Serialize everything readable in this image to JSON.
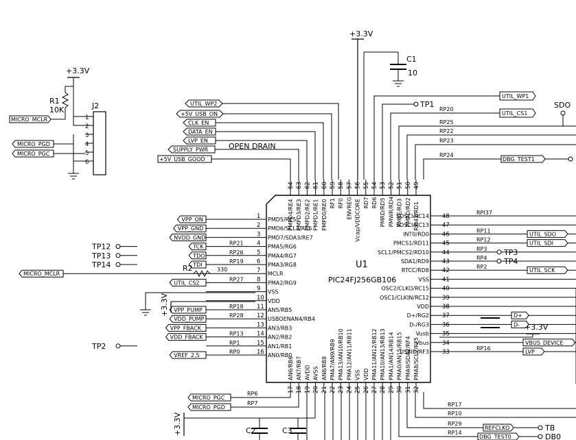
{
  "power": {
    "vcc_top": "+3.3V",
    "vcc_j2": "+3.3V",
    "vcc_left": "+3.3V",
    "vcc_bottom": "+3.3V",
    "vcc_right": "+3.3V"
  },
  "caps": {
    "c1_ref": "C1",
    "c1_val": "10",
    "c2_ref": "C2",
    "c3_ref": "C3"
  },
  "r1": {
    "ref": "R1",
    "val": "10K"
  },
  "r2": {
    "ref": "R2",
    "val": "330"
  },
  "j2": {
    "ref": "J2",
    "pins": [
      "1",
      "2",
      "3",
      "4",
      "5",
      "6"
    ],
    "nets": {
      "mclr": "MICRO_MCLR",
      "pgd": "MICRO_PGD",
      "pgc": "MICRO_PGC"
    }
  },
  "u1": {
    "ref": "U1",
    "part": "PIC24FJ256GB106"
  },
  "label_open_drain": "OPEN DRAIN",
  "top_left_flags": [
    "UTIL_WP2",
    "+5V_USB_ON",
    "CLK_EN",
    "DATA_EN",
    "LVP_EN",
    "SUPPLY_PWR",
    "+5V_USB_GOOD"
  ],
  "top_pins": {
    "numbers": [
      "64",
      "63",
      "62",
      "61",
      "60",
      "59",
      "58",
      "57",
      "56",
      "55",
      "54",
      "53",
      "52",
      "51",
      "50",
      "49"
    ],
    "names": [
      "PMPD4/RE4",
      "PMPD3/RE3",
      "PMPD2/RE2",
      "PMPD1/RE1",
      "PMPD0/RE0",
      "RF1",
      "RF0",
      "ENVREG",
      "Vcap/VDDCORE",
      "RD7",
      "RD6",
      "PMRD/RD5",
      "PMWR/RD4",
      "PMBE/RD3",
      "PMRD/RD2",
      "RPI42/RD1"
    ]
  },
  "top_nets": {
    "util_wp1": "UTIL_WP1",
    "tp1": "TP1",
    "rp20": "RP20",
    "util_cs1": "UTIL_CS1",
    "rp25": "RP25",
    "rp22": "RP22",
    "rp23": "RP23",
    "rp24": "RP24",
    "dbg_test1": "DBG_TEST1",
    "sdo": "SDO"
  },
  "left_pins": [
    {
      "num": "1",
      "name": "PMD5/RE5",
      "flag": "VPP_ON",
      "net": ""
    },
    {
      "num": "2",
      "name": "PMD6/SCL3/RE6",
      "flag": "VPP_GND",
      "net": ""
    },
    {
      "num": "3",
      "name": "PMD7/SDA3/RE7",
      "flag": "NVDD_GND",
      "net": ""
    },
    {
      "num": "4",
      "name": "PMA5/RG6",
      "flag": "TCK",
      "net": "RP21",
      "tp": "TP12"
    },
    {
      "num": "5",
      "name": "PMA4/RG7",
      "flag": "TDO",
      "net": "RP26",
      "tp": "TP13"
    },
    {
      "num": "6",
      "name": "PMA3/RG8",
      "flag": "TDI",
      "net": "RP19",
      "tp": "TP14"
    },
    {
      "num": "7",
      "name": "MCLR",
      "flag": "MICRO_MCLR",
      "net": ""
    },
    {
      "num": "8",
      "name": "PMA2/RG9",
      "flag": "UTIL_CS2",
      "net": "RP27"
    },
    {
      "num": "9",
      "name": "VSS",
      "flag": "",
      "net": ""
    },
    {
      "num": "10",
      "name": "VDD",
      "flag": "",
      "net": ""
    },
    {
      "num": "11",
      "name": "AN5/RB5",
      "flag": "VPP_PUMP",
      "net": "RP18"
    },
    {
      "num": "12",
      "name": "USBOENAN4/RB4",
      "flag": "VDD_PUMP",
      "net": "RP28"
    },
    {
      "num": "13",
      "name": "AN3/RB3",
      "flag": "VPP_FBACK",
      "net": ""
    },
    {
      "num": "14",
      "name": "AN2/RB2",
      "flag": "VDD_FBACK",
      "net": "RP13"
    },
    {
      "num": "15",
      "name": "AN1/RB1",
      "flag": "",
      "net": "RP1",
      "tp": "TP2"
    },
    {
      "num": "16",
      "name": "AN0/RB0",
      "flag": "VREF_2.5",
      "net": "RP0"
    }
  ],
  "right_pins": [
    {
      "num": "48",
      "name": "SOSCI/RC14",
      "net": "RPI37"
    },
    {
      "num": "47",
      "name": "SOSCI/RC13",
      "net": ""
    },
    {
      "num": "46",
      "name": "INT0/RD0",
      "net": "RP11",
      "flag": "UTIL_SDO"
    },
    {
      "num": "45",
      "name": "PMCS1/RD11",
      "net": "RP12",
      "flag": "UTIL_SDI"
    },
    {
      "num": "44",
      "name": "SCL1/PMCS2/RD10",
      "net": "RP3",
      "tp": "TP3"
    },
    {
      "num": "43",
      "name": "SDA1/RD9",
      "net": "RP4",
      "tp": "TP4"
    },
    {
      "num": "42",
      "name": "RTCC/RD8",
      "net": "RP2",
      "flag": "UTIL_SCK"
    },
    {
      "num": "41",
      "name": "VSS",
      "net": ""
    },
    {
      "num": "40",
      "name": "OSC2/CLKO/RC15",
      "net": ""
    },
    {
      "num": "39",
      "name": "OSC1/CLKIN/RC12",
      "net": ""
    },
    {
      "num": "38",
      "name": "VDD",
      "net": ""
    },
    {
      "num": "37",
      "name": "D+/RG2",
      "net": "",
      "flag": "D+"
    },
    {
      "num": "36",
      "name": "D-/RG3",
      "net": "",
      "flag": "D-"
    },
    {
      "num": "35",
      "name": "Vusb",
      "net": ""
    },
    {
      "num": "34",
      "name": "Vbus",
      "net": "",
      "flag": "VBUS_DEVICE"
    },
    {
      "num": "33",
      "name": "USBID/RF3",
      "net": "RP16",
      "flag": "LVP"
    }
  ],
  "bottom_pins": {
    "numbers": [
      "17",
      "18",
      "19",
      "20",
      "21",
      "22",
      "23",
      "24",
      "25",
      "26",
      "27",
      "28",
      "29",
      "30",
      "31",
      "32"
    ],
    "names": [
      "AN6/RB6",
      "AN7/RB7",
      "AVDD",
      "AVSS",
      "AN8/RB8",
      "PMA7/AN9/RB9",
      "PMA13/AN10/RB10",
      "PMA12/AN11/RB11",
      "VSS",
      "VDD",
      "PMA11/AN12/RB12",
      "PMA10/AN13/RB13",
      "PMA1/AN14/RB14",
      "PMA0/AN15/RB15",
      "PMA9/SDA2/RF4",
      "PMA8/SCL2/RF5"
    ]
  },
  "bottom_nets": {
    "rp6": "RP6",
    "rp7": "RP7",
    "micro_pgc": "MICRO_PGC",
    "micro_pgd": "MICRO_PGD",
    "rp17": "RP17",
    "rp10": "RP10",
    "rp29": "RP29",
    "rp14": "RP14",
    "refclko": "REFCLKO",
    "dbg_test0": "DBG_TEST0",
    "tb": "TB",
    "db0": "DB0"
  }
}
